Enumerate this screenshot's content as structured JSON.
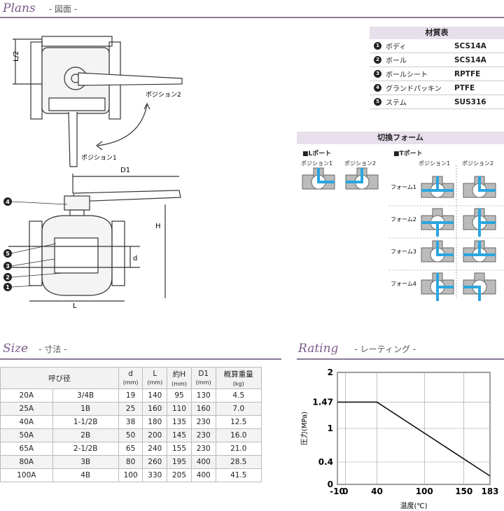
{
  "plans": {
    "title": "Plans",
    "subtitle": "- 図面 -"
  },
  "drawing": {
    "l2": "L/2",
    "position2": "ポジション2",
    "position1": "ポジション1",
    "d1": "D1",
    "h": "H",
    "d": "d",
    "l": "L",
    "callouts": [
      "4",
      "5",
      "3",
      "2",
      "1"
    ]
  },
  "materials": {
    "title": "材質表",
    "rows": [
      {
        "num": "1",
        "name": "ボディ",
        "value": "SCS14A"
      },
      {
        "num": "2",
        "name": "ボール",
        "value": "SCS14A"
      },
      {
        "num": "3",
        "name": "ボールシート",
        "value": "RPTFE"
      },
      {
        "num": "4",
        "name": "グランドパッキン",
        "value": "PTFE"
      },
      {
        "num": "5",
        "name": "ステム",
        "value": "SUS316"
      }
    ]
  },
  "switching": {
    "title": "切換フォーム",
    "lport": "■Lポート",
    "tport": "■Tポート",
    "pos1": "ポジション1",
    "pos2": "ポジション2",
    "forms": [
      "フォーム1",
      "フォーム2",
      "フォーム3",
      "フォーム4"
    ]
  },
  "size": {
    "title": "Size",
    "subtitle": "- 寸法 -",
    "headers": {
      "nominal": "呼び径",
      "d": "d",
      "L": "L",
      "H": "約H",
      "D1": "D1",
      "weight": "概算重量"
    },
    "units": {
      "d": "(mm)",
      "L": "(mm)",
      "H": "(mm)",
      "D1": "(mm)",
      "weight": "(kg)"
    },
    "rows": [
      [
        "20A",
        "3/4B",
        "19",
        "140",
        "95",
        "130",
        "4.5"
      ],
      [
        "25A",
        "1B",
        "25",
        "160",
        "110",
        "160",
        "7.0"
      ],
      [
        "40A",
        "1-1/2B",
        "38",
        "180",
        "135",
        "230",
        "12.5"
      ],
      [
        "50A",
        "2B",
        "50",
        "200",
        "145",
        "230",
        "16.0"
      ],
      [
        "65A",
        "2-1/2B",
        "65",
        "240",
        "155",
        "230",
        "21.0"
      ],
      [
        "80A",
        "3B",
        "80",
        "260",
        "195",
        "400",
        "28.5"
      ],
      [
        "100A",
        "4B",
        "100",
        "330",
        "205",
        "400",
        "41.5"
      ]
    ]
  },
  "rating": {
    "title": "Rating",
    "subtitle": "- レーティング -"
  },
  "chart_data": {
    "type": "line",
    "xlabel": "温度(℃)",
    "ylabel": "圧力(MPa)",
    "x_ticks": [
      "-10",
      "0",
      "40",
      "100",
      "150",
      "183"
    ],
    "y_ticks": [
      "0",
      "0.4",
      "1",
      "1.47",
      "2"
    ],
    "xlim": [
      -10,
      183
    ],
    "ylim": [
      0,
      2
    ],
    "grid": true,
    "series": [
      {
        "x": [
          -10,
          40,
          183
        ],
        "y": [
          1.47,
          1.47,
          0.15
        ]
      }
    ]
  }
}
